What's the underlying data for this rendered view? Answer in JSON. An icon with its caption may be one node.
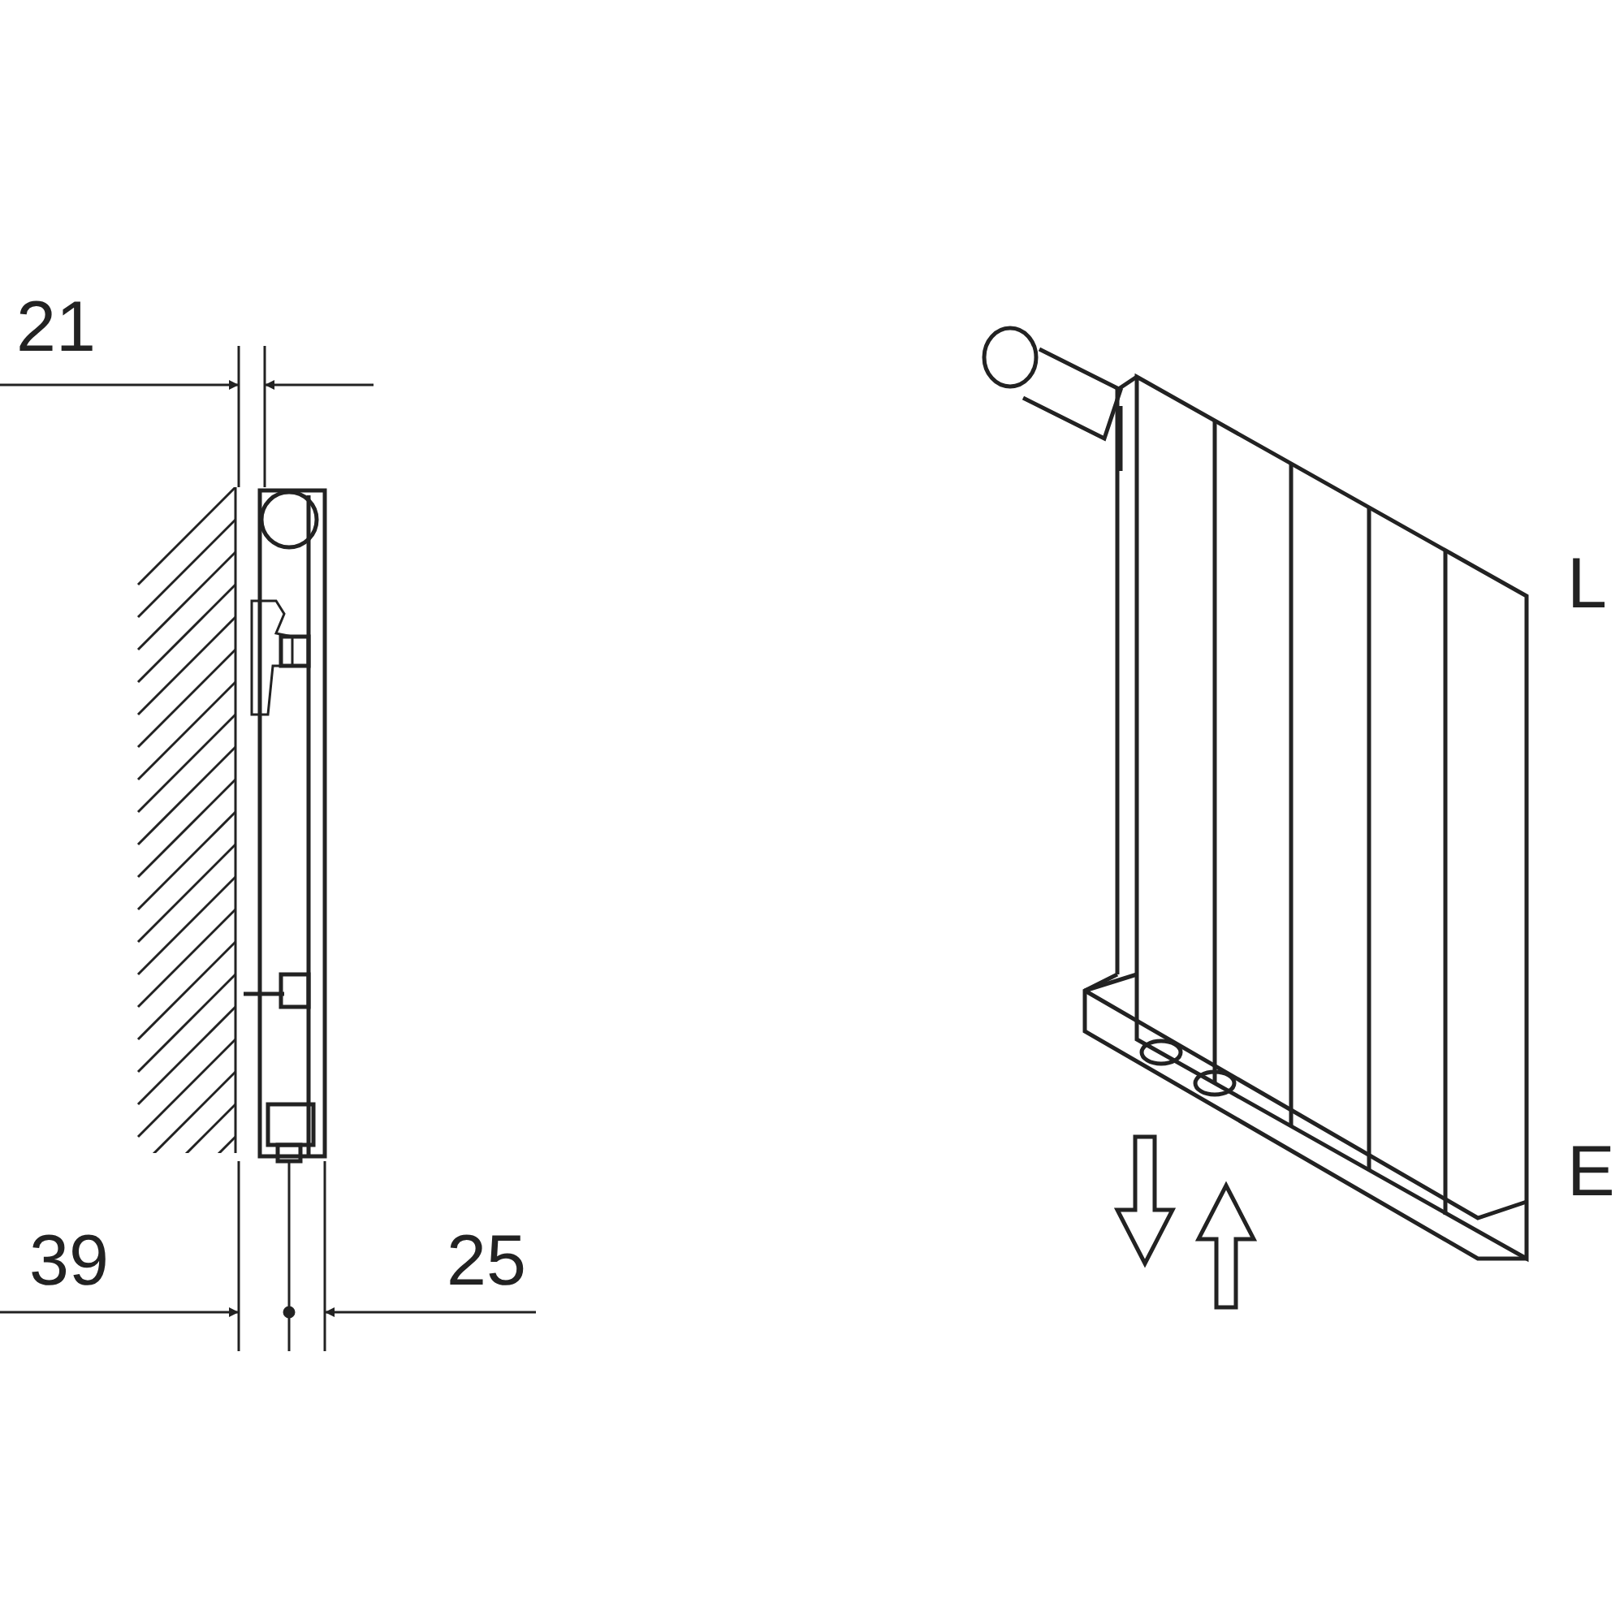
{
  "diagram": {
    "labels": [
      "21",
      "39",
      "25",
      "L",
      "E"
    ]
  }
}
